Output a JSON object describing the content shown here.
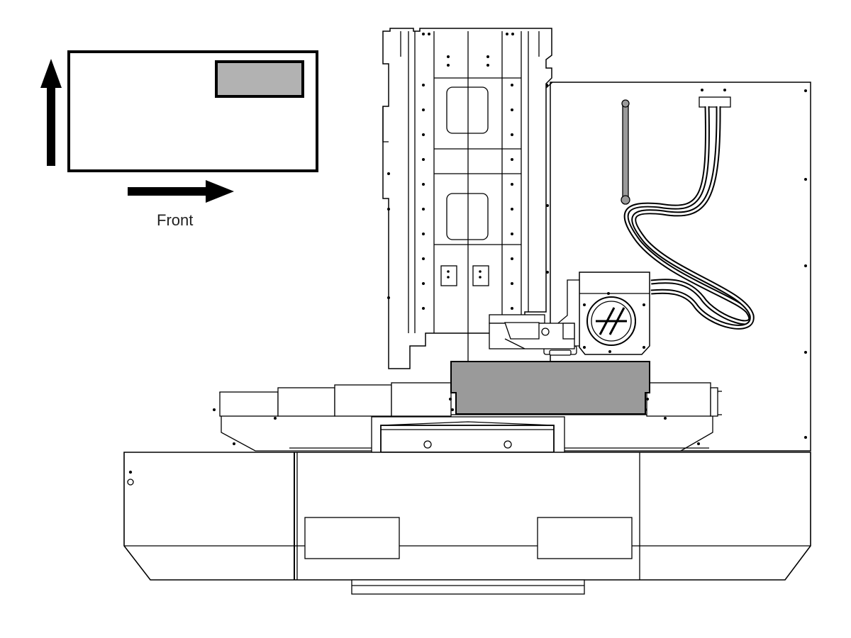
{
  "orientation_key": {
    "front_label": "Front",
    "arrow_direction": "right",
    "highlight_fill": "#b2b2b2"
  },
  "machine": {
    "logo": "haas-logo",
    "highlighted_part_fill": "#9a9a9a",
    "line_color": "#000000"
  }
}
